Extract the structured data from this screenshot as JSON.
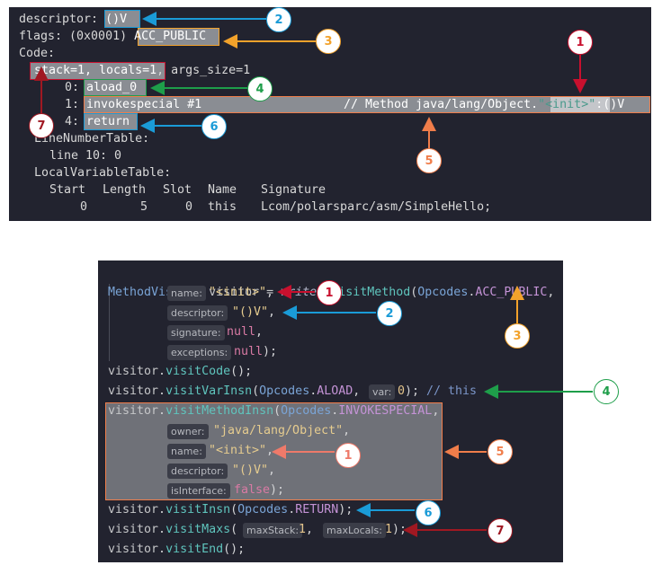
{
  "colors": {
    "badge1": "#c8102e",
    "badge2": "#1a9bd7",
    "badge3": "#f2a22b",
    "badge4": "#1e9e4a",
    "badge5": "#f07d4a",
    "badge6": "#1a9bd7",
    "badge7": "#a01822",
    "highlight": "#8a8d93",
    "panel_bg": "#22232f"
  },
  "bytecode": {
    "descriptor_label": "descriptor: ",
    "descriptor_value": "()V",
    "flags_label": "flags: (0x0001) ",
    "flags_value": "ACC_PUBLIC",
    "code_label": "Code:",
    "stack_locals": "stack=1, locals=1",
    "args_size": ", args_size=1",
    "instr0_index": "0: ",
    "instr0": "aload_0",
    "instr1_index": "1: ",
    "instr1_op": "invokespecial #1",
    "instr1_comment": "// Method java/lang/Object.",
    "instr1_init": "\"<init>\"",
    "instr1_tail": ":()V",
    "instr4_index": "4: ",
    "instr4": "return",
    "line_number_table": "LineNumberTable:",
    "line_entry": "line 10: 0",
    "local_var_table": "LocalVariableTable:",
    "lvt_header": {
      "start": "Start",
      "length": "Length",
      "slot": "Slot",
      "name": "Name",
      "signature": "Signature"
    },
    "lvt_row": {
      "start": "0",
      "length": "5",
      "slot": "0",
      "name": "this",
      "signature": "Lcom/polarsparc/asm/SimpleHello;"
    }
  },
  "asm": {
    "l1_type": "MethodVisitor",
    "l1_var": " visitor = ",
    "l1_writer": "writer",
    "l1_dot": ".",
    "l1_fn": "visitMethod",
    "l1_open": "(",
    "l1_opcodes": "Opcodes",
    "l1_const": "ACC_PUBLIC",
    "l1_comma": ",",
    "hint_name": "name:",
    "name_value": "\"<init>\"",
    "hint_descriptor": "descriptor:",
    "descriptor_value": "\"()V\"",
    "hint_signature": "signature:",
    "signature_value": "null",
    "hint_exceptions": "exceptions:",
    "exceptions_value": "null",
    "close_paren_semi": ");",
    "comma": ",",
    "visitor": "visitor",
    "visit_code": "visitCode",
    "empty_call": "();",
    "visit_var_insn": "visitVarInsn",
    "opcodes": "Opcodes",
    "aload": "ALOAD",
    "hint_var": "var:",
    "var_value": "0",
    "this_comment": "// this",
    "visit_method_insn": "visitMethodInsn",
    "invokespecial": "INVOKESPECIAL",
    "hint_owner": "owner:",
    "owner_value": "\"java/lang/Object\"",
    "hint_is_interface": "isInterface:",
    "is_interface_value": "false",
    "visit_insn": "visitInsn",
    "return_const": "RETURN",
    "visit_maxs": "visitMaxs",
    "hint_max_stack": "maxStack:",
    "max_stack_value": "1",
    "hint_max_locals": "maxLocals:",
    "max_locals_value": "1",
    "visit_end": "visitEnd"
  },
  "badges": {
    "one": "1",
    "two": "2",
    "three": "3",
    "four": "4",
    "five": "5",
    "six": "6",
    "seven": "7"
  }
}
